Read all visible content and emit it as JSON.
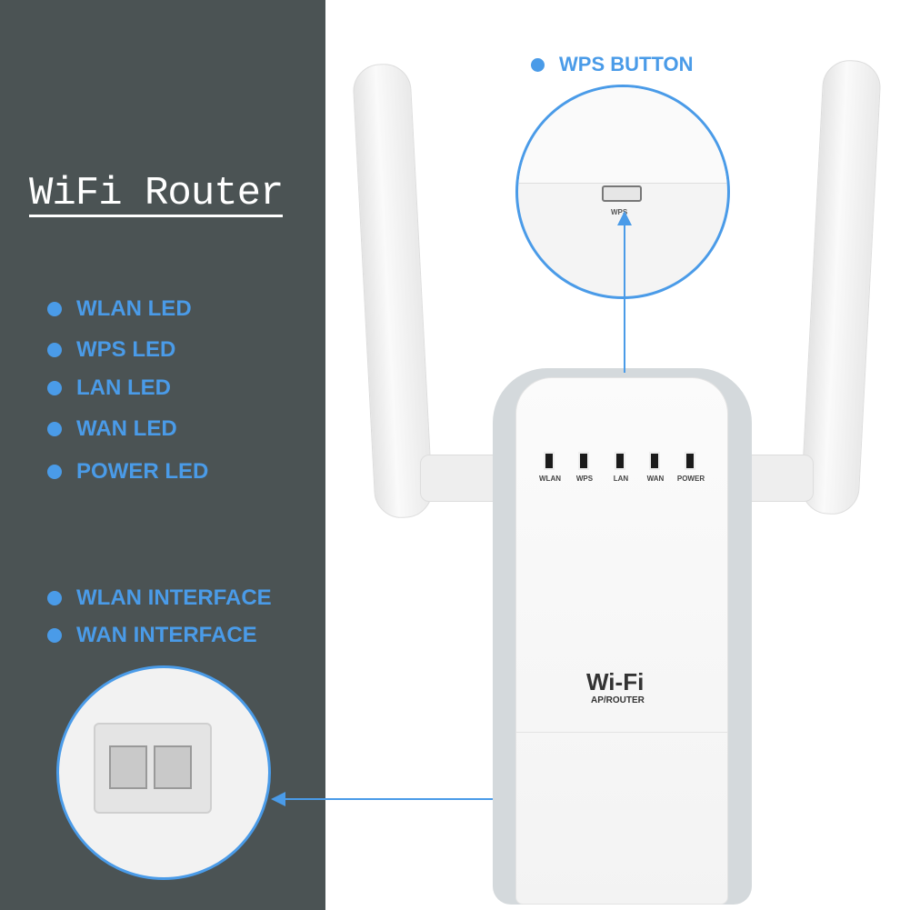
{
  "title": "WiFi Router",
  "left_labels": [
    "WLAN LED",
    "WPS LED",
    "LAN LED",
    "WAN LED",
    "POWER LED"
  ],
  "interface_labels": [
    "WLAN INTERFACE",
    "WAN INTERFACE"
  ],
  "wps_callout": "WPS BUTTON",
  "wps_button_text": "WPS",
  "led_labels": [
    "WLAN",
    "WPS",
    "LAN",
    "WAN",
    "POWER"
  ],
  "logo": {
    "brand": "Wi-Fi",
    "subtitle": "AP/ROUTER"
  },
  "colors": {
    "panel": "#4b5354",
    "accent": "#4a9be8"
  }
}
